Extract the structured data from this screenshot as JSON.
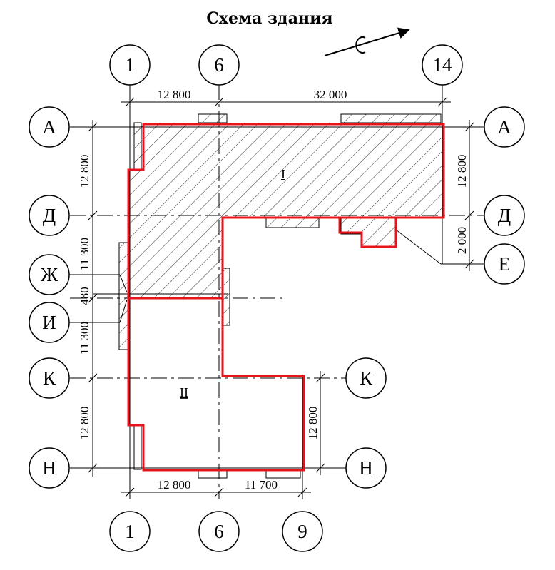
{
  "title": "Схема здания",
  "axes": {
    "top": [
      "1",
      "6",
      "14"
    ],
    "bottom": [
      "1",
      "6",
      "9"
    ],
    "left": [
      "А",
      "Д",
      "Ж",
      "И",
      "К",
      "Н"
    ],
    "right": [
      "А",
      "Д",
      "Е",
      "К",
      "Н"
    ]
  },
  "dimensions": {
    "top": [
      "12 800",
      "32 000"
    ],
    "bottom": [
      "12 800",
      "11 700"
    ],
    "left": [
      "12 800",
      "11 300",
      "480",
      "11 300",
      "12 800"
    ],
    "right": [
      "12 800",
      "2 000",
      "12 800"
    ]
  },
  "sections": [
    "I",
    "II"
  ],
  "colors": {
    "outline": "#e8141c",
    "lines": "#000000",
    "hatch": "#333333"
  },
  "north_arrow": "north-arrow-icon"
}
